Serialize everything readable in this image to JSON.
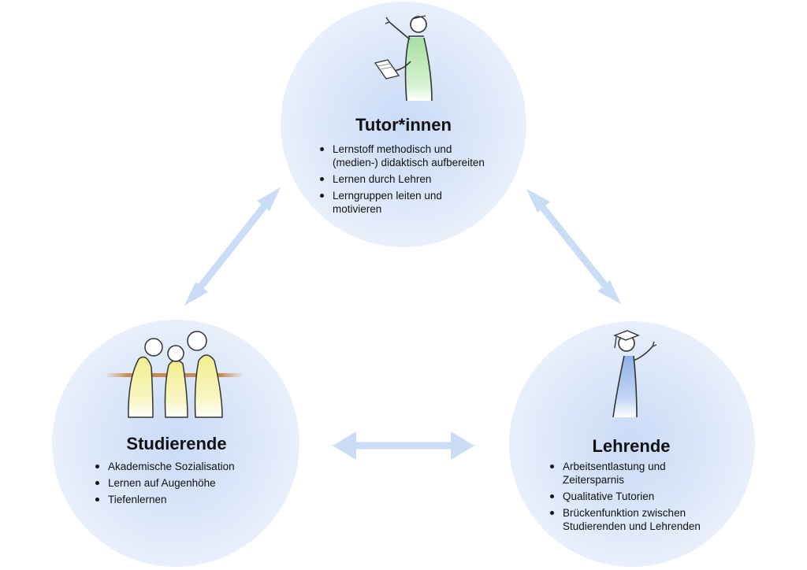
{
  "nodes": {
    "tutor": {
      "title": "Tutor*innen",
      "items": [
        "Lernstoff methodisch und (medien-) didaktisch aufbereiten",
        "Lernen durch Lehren",
        "Lerngruppen leiten und motivieren"
      ]
    },
    "studierende": {
      "title": "Studierende",
      "items": [
        "Akademische Sozialisation",
        "Lernen auf Augenhöhe",
        "Tiefenlernen"
      ]
    },
    "lehrende": {
      "title": "Lehrende",
      "items": [
        "Arbeitsentlastung und Zeitersparnis",
        "Qualitative Tutorien",
        "Brückenfunktion zwischen Studierenden und Lehrenden"
      ]
    }
  },
  "colors": {
    "circle": "#d6e3f8",
    "arrow": "#cbdcf6",
    "tutor_figure": "#b9e6b4",
    "student_figure": "#f4f1a6",
    "teacher_figure": "#a9c4ee"
  },
  "icons": {
    "tutor": "presenting-person-icon",
    "studierende": "students-group-icon",
    "lehrende": "graduate-teacher-icon"
  }
}
